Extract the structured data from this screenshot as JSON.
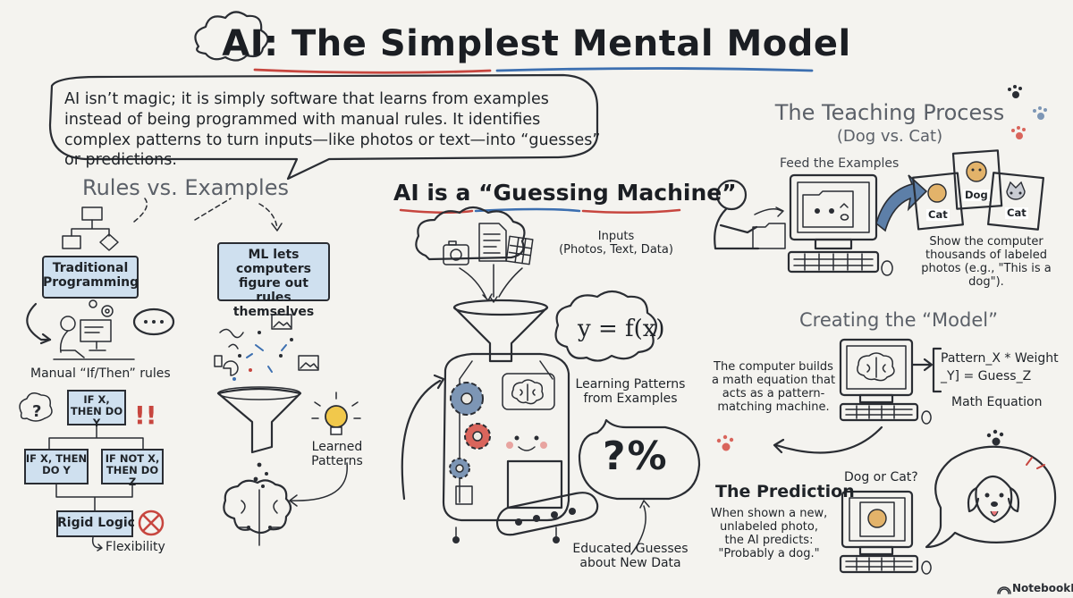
{
  "header": {
    "title": "AI: The Simplest Mental Model",
    "intro": "AI isn’t magic; it is simply software that learns from examples instead of being programmed with manual rules. It identifies complex patterns to turn inputs—like photos or text—into “guesses” or predictions."
  },
  "rules_vs_examples": {
    "heading": "Rules vs. Examples",
    "traditional_box": "Traditional Programming",
    "manual_rules": "Manual “If/Then” rules",
    "flow": {
      "top": "IF X, THEN DO Y",
      "left": "IF X, THEN DO Y",
      "right": "IF NOT X, THEN DO Z"
    },
    "rigid_logic": "Rigid Logic",
    "flexibility": "Flexibility",
    "ml_box": "ML lets computers figure out rules themselves",
    "learned_patterns": "Learned Patterns"
  },
  "guessing_machine": {
    "heading": "AI is a “Guessing Machine”",
    "inputs": "Inputs\n(Photos, Text, Data)",
    "equation": "y = f(x)",
    "learning": "Learning Patterns\nfrom Examples",
    "guess_symbols": "?%",
    "educated": "Educated Guesses\nabout New Data"
  },
  "teaching": {
    "heading": "The Teaching Process",
    "subheading": "(Dog vs. Cat)",
    "feed": "Feed the Examples",
    "photo_labels": [
      "Dog",
      "Cat",
      "Cat"
    ],
    "show_text": "Show the computer\nthousands of labeled\nphotos (e.g., \"This is a dog\")."
  },
  "model": {
    "heading": "Creating the “Model”",
    "builds": "The computer builds\na math equation that\nacts as a pattern-\nmatching machine.",
    "formula": "Pattern_X * Weight\n_Y] = Guess_Z",
    "math_eq": "Math Equation"
  },
  "prediction": {
    "heading": "The Prediction",
    "text": "When shown a new,\nunlabeled photo,\nthe AI predicts:\n\"Probably a dog.\"",
    "question": "Dog or Cat?"
  },
  "footer": {
    "credit": "NotebookLM"
  },
  "colors": {
    "background": "#f4f3ef",
    "blue_box": "#cfe0ef",
    "underline_blue": "#3c6fb0",
    "underline_red": "#c7463f",
    "gear_blue": "#7d96b5",
    "gear_red": "#d9655c",
    "folder_yellow": "#f1c84b"
  }
}
